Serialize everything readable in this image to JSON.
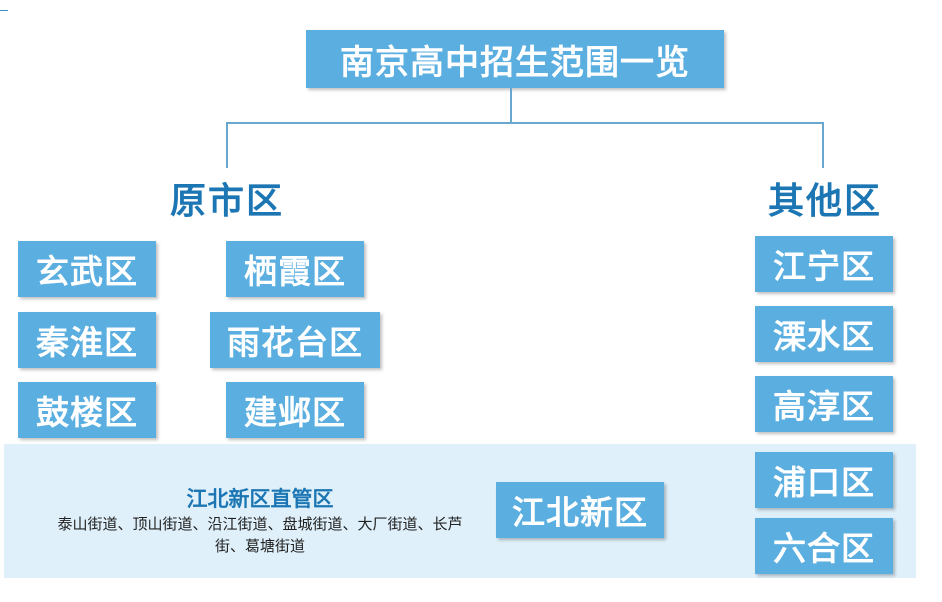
{
  "title": "南京高中招生范围一览",
  "groups": {
    "original": {
      "heading": "原市区",
      "districts": [
        "玄武区",
        "栖霞区",
        "秦淮区",
        "雨花台区",
        "鼓楼区",
        "建邺区"
      ]
    },
    "other": {
      "heading": "其他区",
      "districts": [
        "江宁区",
        "溧水区",
        "高淳区",
        "浦口区",
        "六合区"
      ]
    }
  },
  "jiangbei": {
    "zone_title": "江北新区直管区",
    "zone_desc": "泰山街道、顶山街道、沿江街道、盘城街道、大厂街道、长芦街、葛塘街道",
    "district": "江北新区"
  },
  "colors": {
    "box": "#5aaee0",
    "heading": "#1b76b3",
    "band": "#dff0fa",
    "connector": "#6aa7cf"
  }
}
